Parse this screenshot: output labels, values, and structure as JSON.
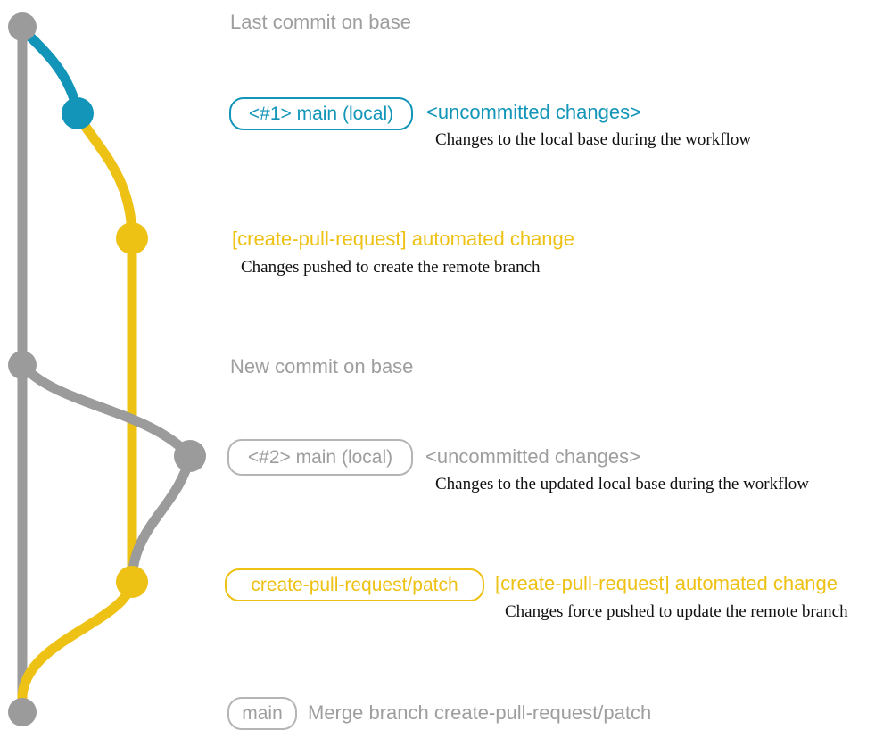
{
  "colors": {
    "teal": "#1295b8",
    "gold": "#eec115",
    "line_gray": "#9b9b9b",
    "text_gray": "#9e9e9e",
    "border_gray": "#b5b5b5",
    "ink": "#101010",
    "background": "#ffffff"
  },
  "milestones": {
    "last_commit_on_base": "Last commit on base",
    "new_commit_on_base": "New commit on base"
  },
  "commits": {
    "local_1": {
      "branch_label": "<#1> main (local)",
      "message": "<uncommitted changes>",
      "note": "Changes to the local base during the workflow"
    },
    "remote_1": {
      "message": "[create-pull-request] automated change",
      "note": "Changes pushed to create the remote branch"
    },
    "local_2": {
      "branch_label": "<#2> main (local)",
      "message": "<uncommitted changes>",
      "note": "Changes to the updated local base during the workflow"
    },
    "remote_2": {
      "branch_label": "create-pull-request/patch",
      "message": "[create-pull-request] automated change",
      "note": "Changes force pushed to update the remote branch"
    },
    "merge": {
      "branch_label": "main",
      "message": "Merge branch create-pull-request/patch"
    }
  }
}
